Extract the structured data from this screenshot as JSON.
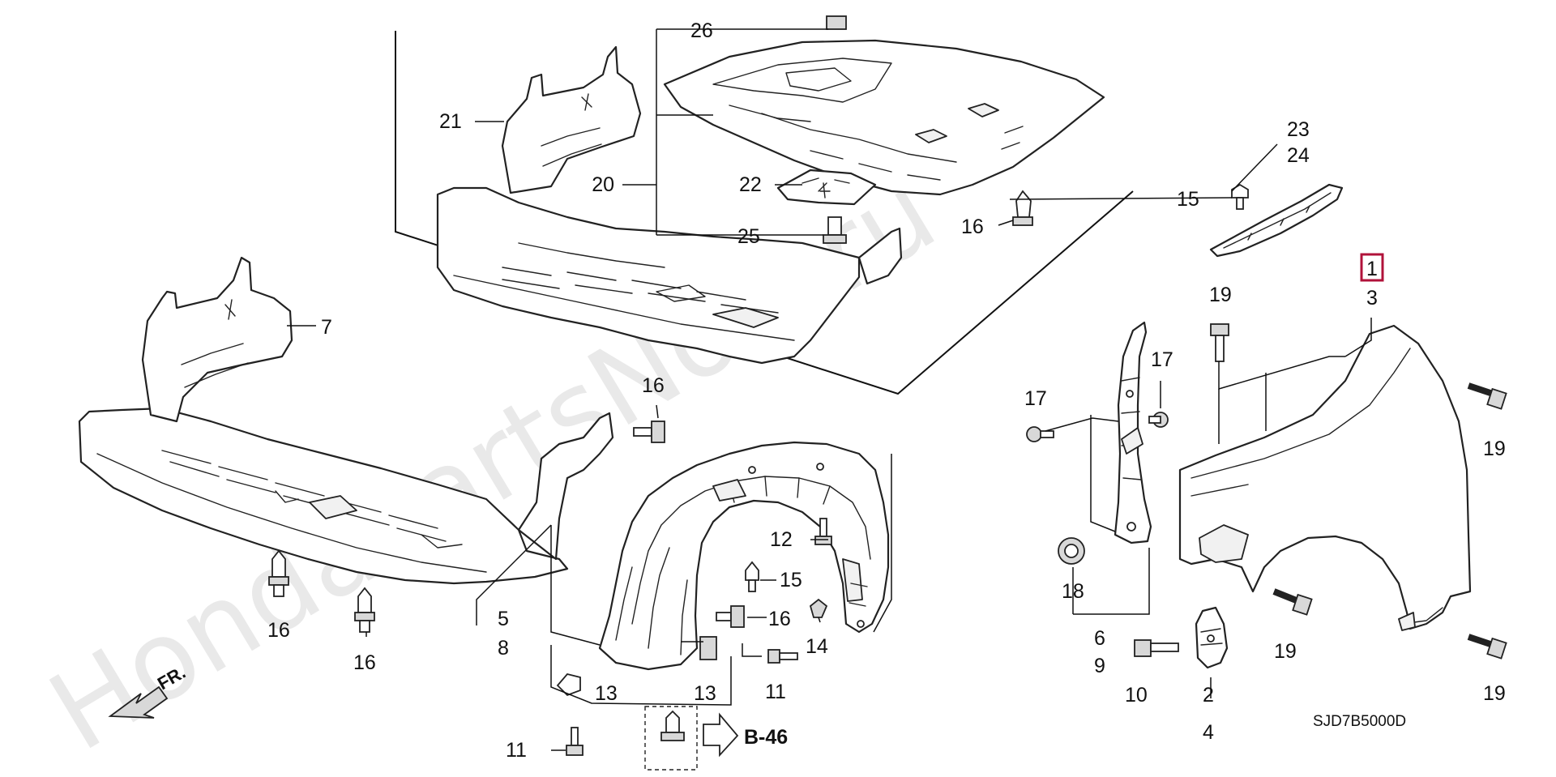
{
  "callouts": {
    "c1": "1",
    "c2": "2",
    "c3": "3",
    "c4": "4",
    "c5": "5",
    "c6": "6",
    "c7": "7",
    "c8": "8",
    "c9": "9",
    "c10": "10",
    "c11": "11",
    "c12": "12",
    "c13": "13",
    "c14": "14",
    "c15": "15",
    "c16": "16",
    "c17": "17",
    "c18": "18",
    "c19": "19",
    "c20": "20",
    "c21": "21",
    "c22": "22",
    "c23": "23",
    "c24": "24",
    "c25": "25",
    "c26": "26"
  },
  "reference": {
    "label": "B-46",
    "direction_label": "FR.",
    "diagram_code": "SJD7B5000D"
  },
  "watermark": "HondaPartsNow.ru",
  "highlight_color": "#b0123a"
}
